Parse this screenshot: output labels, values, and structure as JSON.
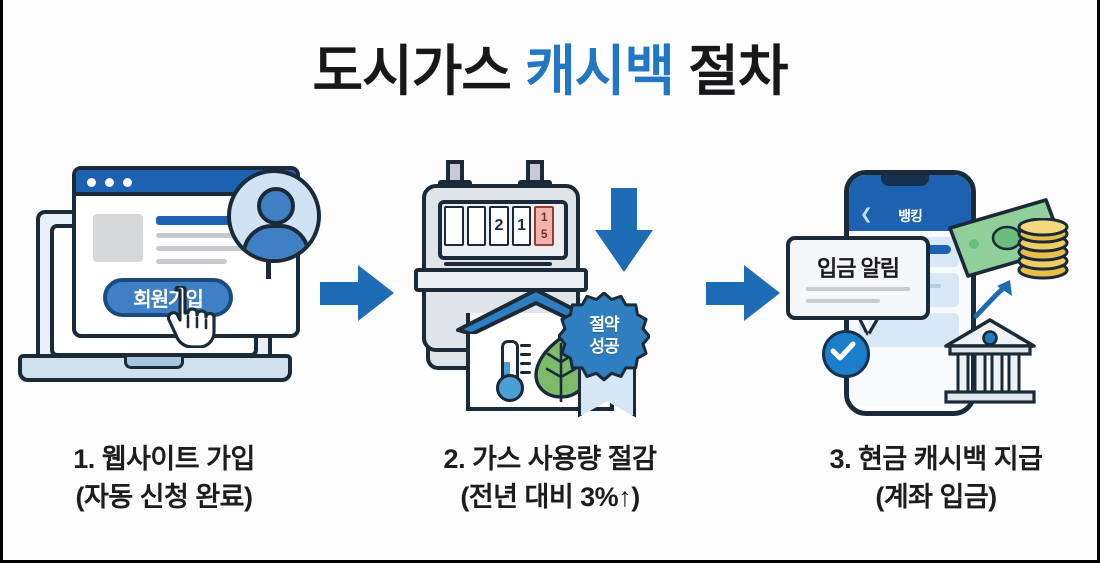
{
  "title": {
    "part1": "도시가스 ",
    "accent": "캐시백",
    "part2": " 절차"
  },
  "colors": {
    "accent_blue": "#2277c4",
    "arrow_blue": "#1d6cb5",
    "browser_blue": "#1c62b0",
    "dark_outline": "#1b2a38",
    "money_green": "#7bc47f",
    "coin_gold": "#e8bf4d",
    "leaf_green": "#7dbb6b",
    "background": "#fdfdfd",
    "text_dark": "#1d1d1f"
  },
  "steps": [
    {
      "index": "1",
      "caption_line1": "1. 웹사이트 가입",
      "caption_line2": "(자동 신청 완료)",
      "art": {
        "signup_button_label": "회원가입",
        "icons": [
          "laptop-icon",
          "browser-window-icon",
          "user-avatar-icon",
          "hand-cursor-icon"
        ]
      }
    },
    {
      "index": "2",
      "caption_line1": "2. 가스 사용량 절감",
      "caption_line2": "(전년 대비 3%↑)",
      "art": {
        "meter_digits": [
          "",
          "",
          "2",
          "1"
        ],
        "meter_rolling_digit_top": "1",
        "meter_rolling_digit_bottom": "5",
        "badge_line1": "절약",
        "badge_line2": "성공",
        "icons": [
          "gas-meter-icon",
          "down-arrow-icon",
          "house-icon",
          "thermometer-icon",
          "leaf-icon",
          "seal-badge-icon"
        ]
      }
    },
    {
      "index": "3",
      "caption_line1": "3. 현금 캐시백 지급",
      "caption_line2": "(계좌 입금)",
      "art": {
        "phone_header_title": "뱅킹",
        "phone_back_chevron": "❮",
        "bubble_text": "입금 알림",
        "icons": [
          "smartphone-icon",
          "speech-bubble-icon",
          "check-circle-icon",
          "bank-building-icon",
          "banknote-icon",
          "coin-stack-icon",
          "up-arrow-icon"
        ]
      }
    }
  ],
  "arrows": {
    "arrow1_name": "step-1-to-2-arrow",
    "arrow2_name": "step-2-to-3-arrow",
    "glyph": "➡"
  }
}
